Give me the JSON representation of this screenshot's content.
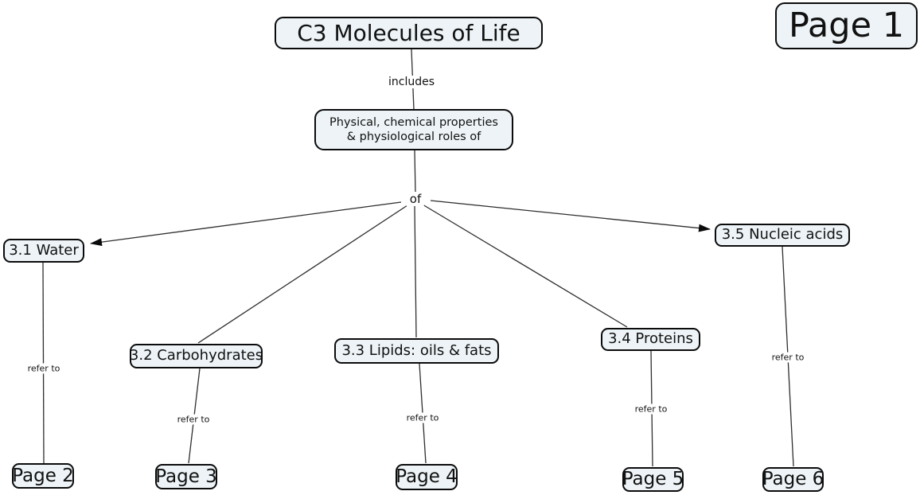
{
  "page_badge": {
    "label": "Page 1"
  },
  "nodes": {
    "title": {
      "label": "C3 Molecules of Life"
    },
    "properties": {
      "lines": [
        "Physical, chemical properties",
        "& physiological roles of"
      ]
    },
    "water": {
      "label": "3.1 Water"
    },
    "carbohydrates": {
      "label": "3.2 Carbohydrates"
    },
    "lipids": {
      "label": "3.3 Lipids: oils & fats"
    },
    "proteins": {
      "label": "3.4 Proteins"
    },
    "nucleic_acids": {
      "label": "3.5 Nucleic acids"
    },
    "page2": {
      "label": "Page 2"
    },
    "page3": {
      "label": "Page 3"
    },
    "page4": {
      "label": "Page 4"
    },
    "page5": {
      "label": "Page 5"
    },
    "page6": {
      "label": "Page 6"
    }
  },
  "edges": [
    {
      "from": "title",
      "to": "properties",
      "label": "includes",
      "arrow": false
    },
    {
      "from": "properties",
      "to": "of-junction",
      "label": "of",
      "arrow": false
    },
    {
      "from": "of-junction",
      "to": "water",
      "label": "",
      "arrow": true
    },
    {
      "from": "of-junction",
      "to": "carbohydrates",
      "label": "",
      "arrow": false
    },
    {
      "from": "of-junction",
      "to": "lipids",
      "label": "",
      "arrow": false
    },
    {
      "from": "of-junction",
      "to": "proteins",
      "label": "",
      "arrow": false
    },
    {
      "from": "of-junction",
      "to": "nucleic_acids",
      "label": "",
      "arrow": true
    },
    {
      "from": "water",
      "to": "page2",
      "label": "refer to",
      "arrow": false
    },
    {
      "from": "carbohydrates",
      "to": "page3",
      "label": "refer to",
      "arrow": false
    },
    {
      "from": "lipids",
      "to": "page4",
      "label": "refer to",
      "arrow": false
    },
    {
      "from": "proteins",
      "to": "page5",
      "label": "refer to",
      "arrow": false
    },
    {
      "from": "nucleic_acids",
      "to": "page6",
      "label": "refer to",
      "arrow": false
    }
  ],
  "colors": {
    "node_fill": "#edf3f6",
    "node_border": "#0b0b0b",
    "connector": "#2e2e2e",
    "background": "#ffffff"
  }
}
